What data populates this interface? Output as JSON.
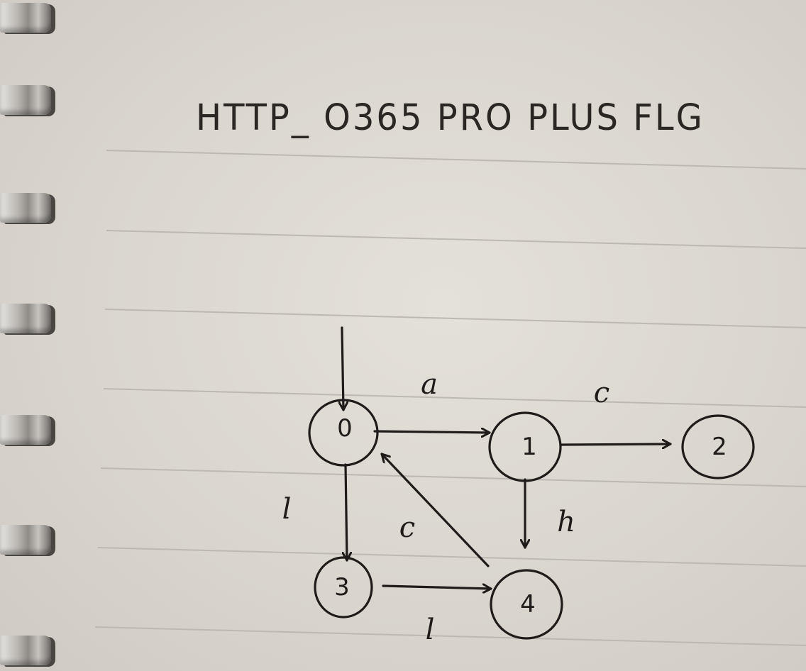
{
  "title": "HTTP_ O365 PRO PLUS FLG",
  "diagram": {
    "nodes": [
      {
        "id": "n0",
        "label": "0"
      },
      {
        "id": "n1",
        "label": "1"
      },
      {
        "id": "n2",
        "label": "2"
      },
      {
        "id": "n3",
        "label": "3"
      },
      {
        "id": "n4",
        "label": "4"
      }
    ],
    "edges": [
      {
        "from": "start",
        "to": "n0",
        "label": ""
      },
      {
        "from": "n0",
        "to": "n1",
        "label": "a"
      },
      {
        "from": "n1",
        "to": "n2",
        "label": "c"
      },
      {
        "from": "n0",
        "to": "n3",
        "label": "l"
      },
      {
        "from": "n1",
        "to": "n4",
        "label": "h"
      },
      {
        "from": "n4",
        "to": "n0",
        "label": "c"
      },
      {
        "from": "n3",
        "to": "n4",
        "label": "l"
      }
    ]
  }
}
